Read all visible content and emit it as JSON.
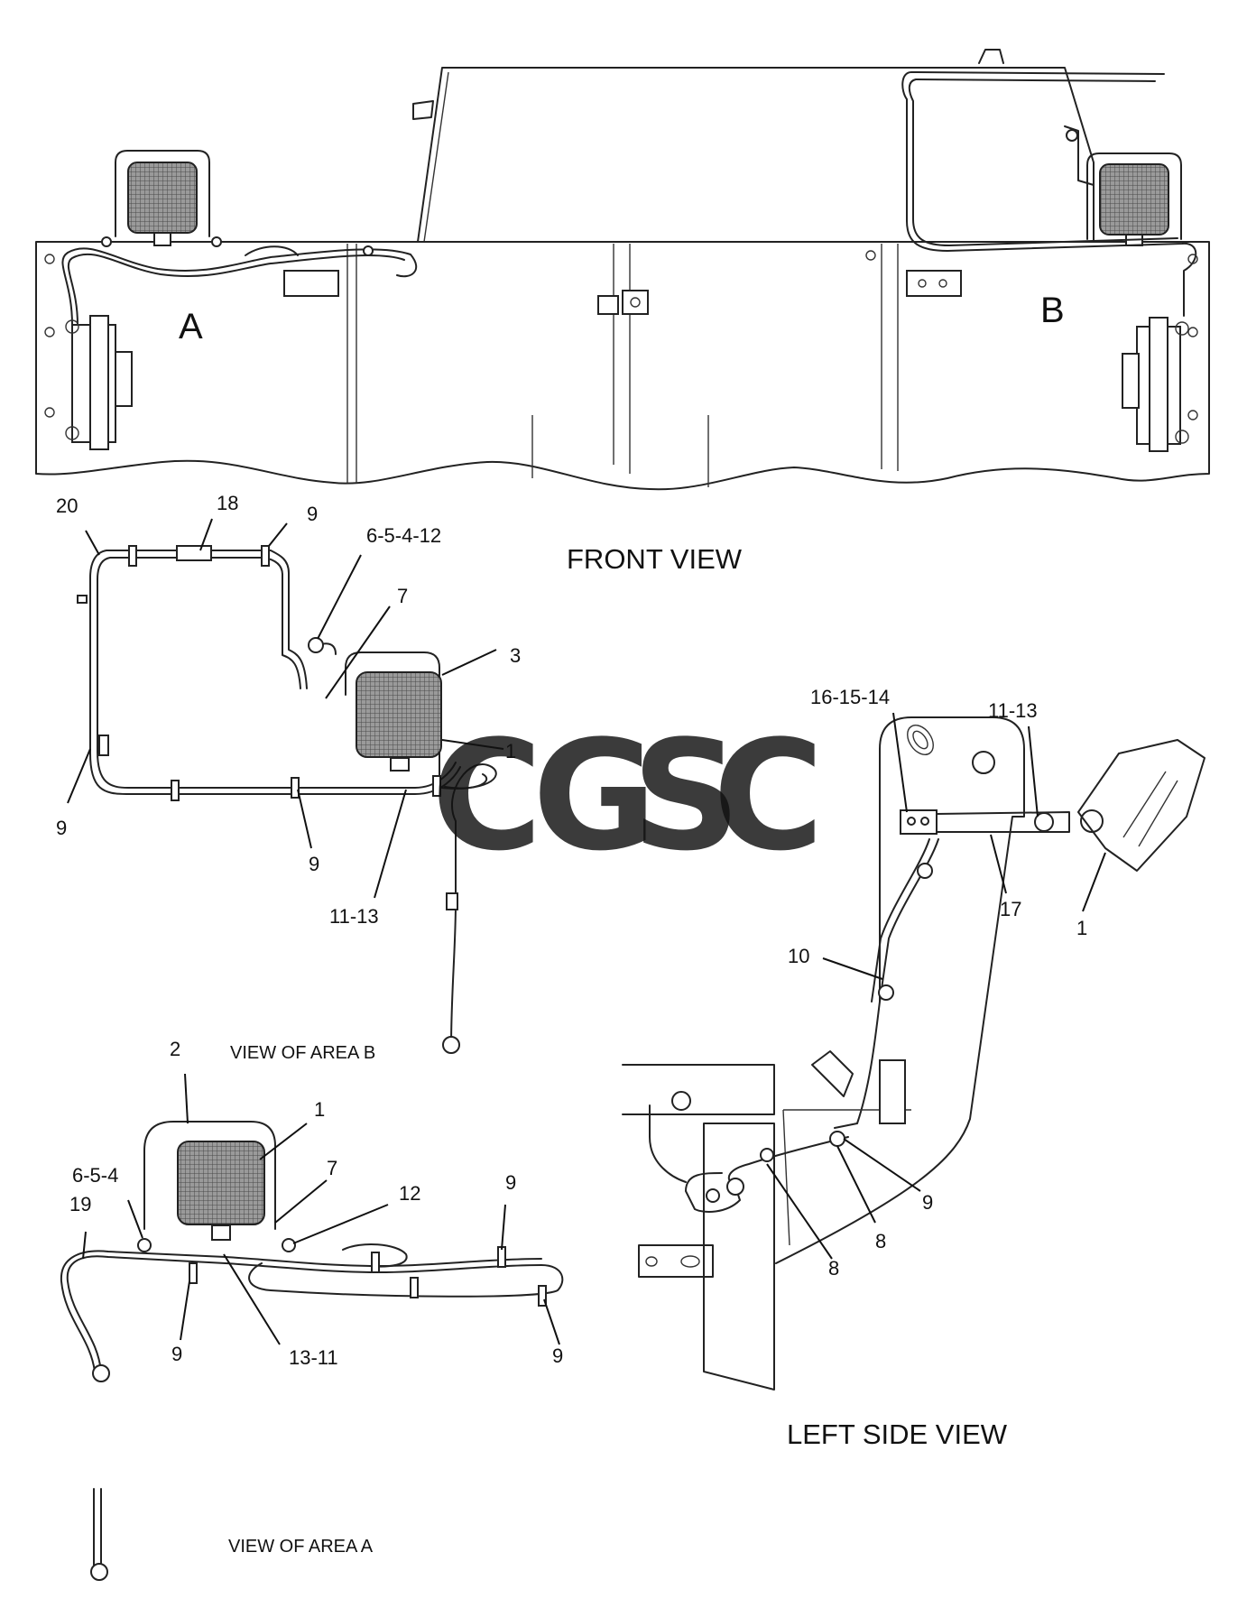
{
  "views": {
    "front": {
      "title": "FRONT VIEW",
      "area_a_label": "A",
      "area_b_label": "B"
    },
    "area_b": {
      "title": "VIEW OF AREA B",
      "callouts": [
        "20",
        "18",
        "9",
        "6-5-4-12",
        "7",
        "3",
        "1",
        "9",
        "9",
        "11-13"
      ]
    },
    "area_a": {
      "title": "VIEW OF AREA A",
      "callouts": [
        "2",
        "1",
        "6-5-4",
        "7",
        "12",
        "9",
        "19",
        "9",
        "13-11",
        "9"
      ]
    },
    "left_side": {
      "title": "LEFT SIDE VIEW",
      "callouts": [
        "16-15-14",
        "11-13",
        "17",
        "1",
        "10",
        "9",
        "8",
        "8"
      ]
    }
  },
  "watermark": {
    "letters": [
      "C",
      "G",
      "S",
      "C"
    ],
    "colors": [
      "#6aa2f2",
      "#ef8a7f",
      "#f6d35b",
      "#6dbf95"
    ]
  }
}
